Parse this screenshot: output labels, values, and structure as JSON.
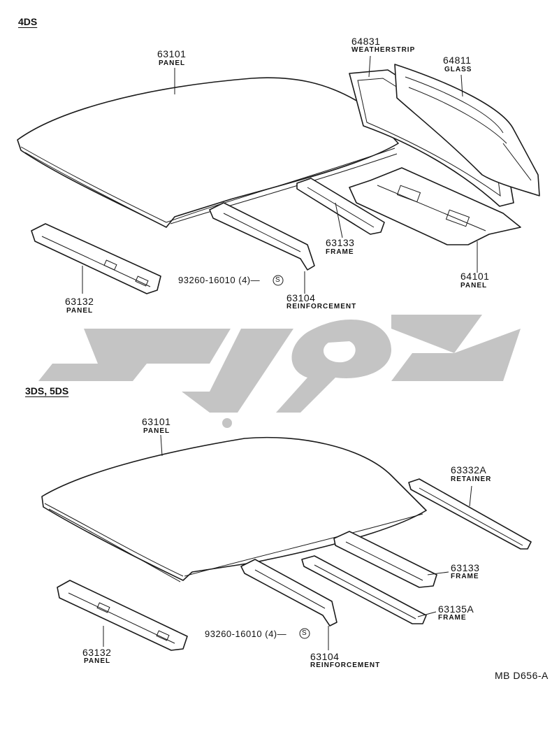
{
  "diagram": {
    "doc_code": "MB D656-A",
    "watermark_text": "ﮐﻮﭘﺎﺭﺕ",
    "sections": [
      {
        "title": "4DS",
        "parts": [
          {
            "number": "63101",
            "name": "PANEL"
          },
          {
            "number": "64831",
            "name": "WEATHERSTRIP"
          },
          {
            "number": "64811",
            "name": "GLASS"
          },
          {
            "number": "63133",
            "name": "FRAME"
          },
          {
            "number": "64101",
            "name": "PANEL"
          },
          {
            "number": "63132",
            "name": "PANEL"
          },
          {
            "number": "63104",
            "name": "REINFORCEMENT"
          },
          {
            "number": "93260-16010 (4)—",
            "name": "S"
          }
        ]
      },
      {
        "title": "3DS, 5DS",
        "parts": [
          {
            "number": "63101",
            "name": "PANEL"
          },
          {
            "number": "63332A",
            "name": "RETAINER"
          },
          {
            "number": "63133",
            "name": "FRAME"
          },
          {
            "number": "63135A",
            "name": "FRAME"
          },
          {
            "number": "63132",
            "name": "PANEL"
          },
          {
            "number": "63104",
            "name": "REINFORCEMENT"
          },
          {
            "number": "93260-16010 (4)—",
            "name": "S"
          }
        ]
      }
    ]
  },
  "colors": {
    "line": "#1a1a1a",
    "watermark": "#c4c4c4",
    "background": "#ffffff"
  }
}
